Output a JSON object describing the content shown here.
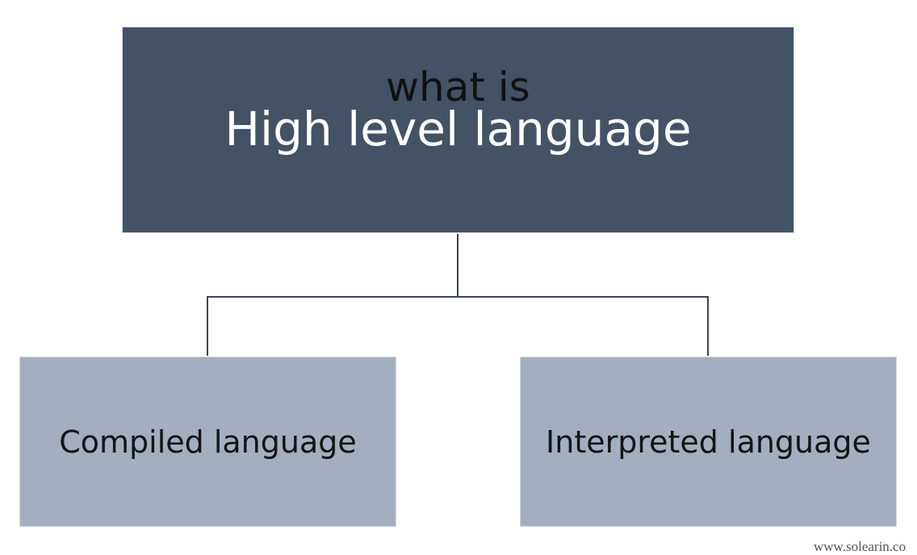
{
  "root": {
    "prefix": "what is",
    "title": "High level language"
  },
  "children": [
    {
      "label": "Compiled language"
    },
    {
      "label": "Interpreted language"
    }
  ],
  "watermark": "www.solearin.co",
  "colors": {
    "root_fill": "#445265",
    "child_fill": "#a3afbf",
    "connector": "#3a4557",
    "border": "#d4d8de"
  }
}
